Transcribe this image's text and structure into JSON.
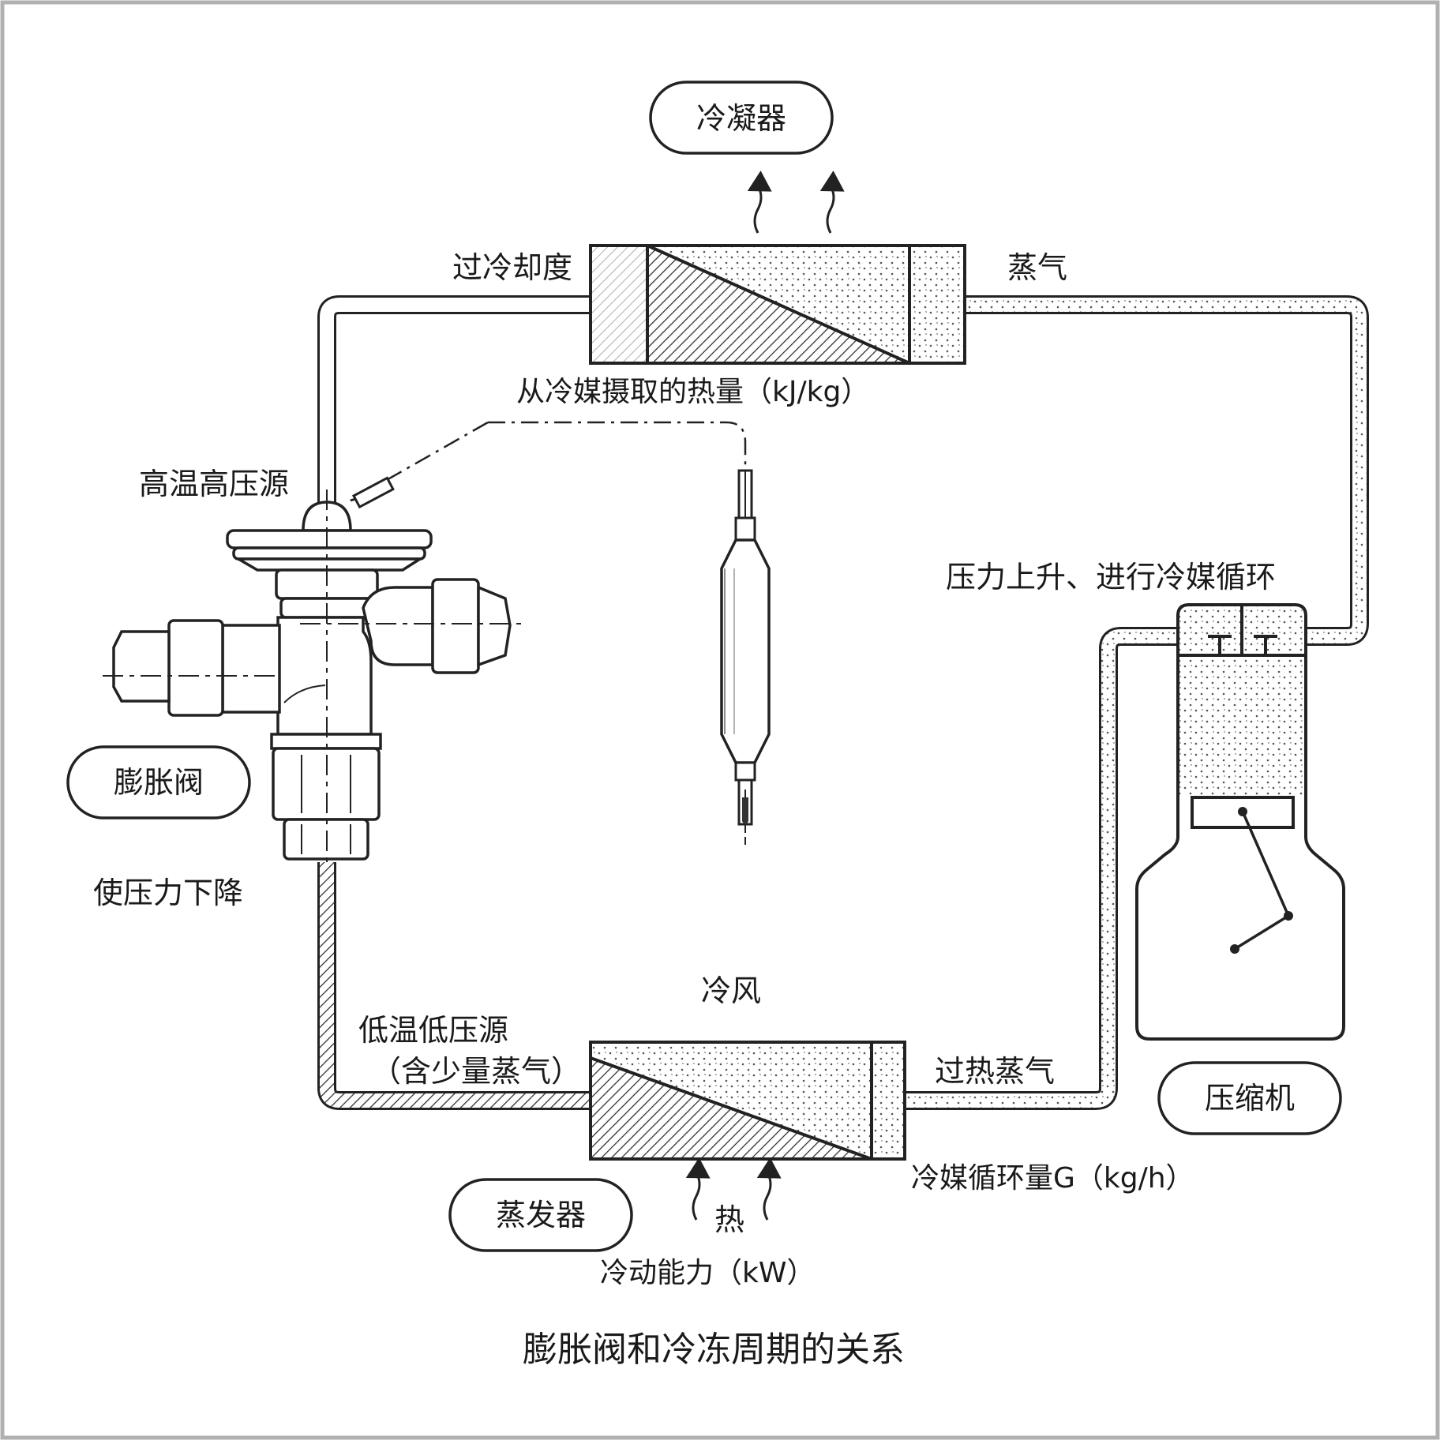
{
  "diagram": {
    "caption": "膨胀阀和冷冻周期的关系",
    "components": {
      "condenser": "冷凝器",
      "expansion_valve": "膨胀阀",
      "evaporator": "蒸发器",
      "compressor": "压缩机"
    },
    "labels": {
      "subcooling": "过冷却度",
      "vapor": "蒸气",
      "heat_from_refrigerant": "从冷媒摄取的热量（kJ/kg）",
      "high_temp_source": "高温高压源",
      "pressure_drop": "使压力下降",
      "pressure_rise": "压力上升、进行冷媒循环",
      "cold_air": "冷风",
      "low_temp_source_1": "低温低压源",
      "low_temp_source_2": "（含少量蒸气）",
      "superheated_vapor": "过热蒸气",
      "refrigerant_flow": "冷媒循环量G（kg/h）",
      "heat": "热",
      "cooling_capacity": "冷动能力（kW）"
    }
  }
}
